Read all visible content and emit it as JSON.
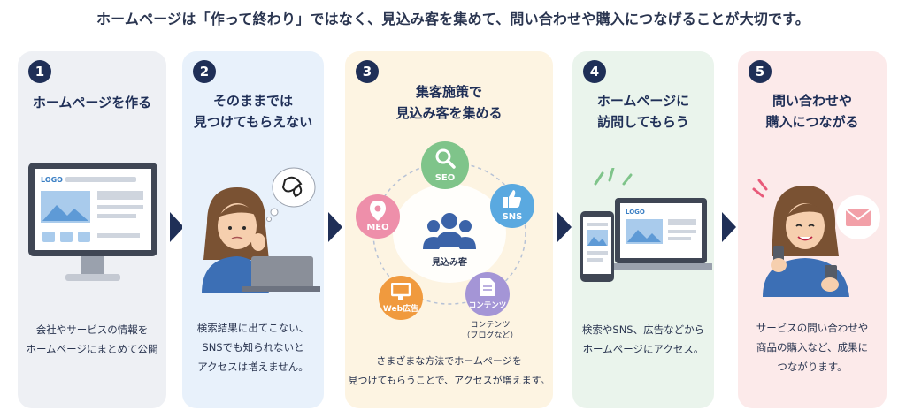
{
  "headline": "ホームページは「作って終わり」ではなく、見込み客を集めて、問い合わせや購入につなげることが大切です。",
  "steps": [
    {
      "num": "1",
      "title": [
        "ホームページを作る"
      ],
      "desc": [
        "会社やサービスの情報を",
        "ホームページにまとめて公開"
      ]
    },
    {
      "num": "2",
      "title": [
        "そのままでは",
        "見つけてもらえない"
      ],
      "desc": [
        "検索結果に出てこない、",
        "SNSでも知られないと",
        "アクセスは増えません。"
      ]
    },
    {
      "num": "3",
      "title": [
        "集客施策で",
        "見込み客を集める"
      ],
      "desc": [
        "さまざまな方法でホームページを",
        "見つけてもらうことで、アクセスが増えます。"
      ]
    },
    {
      "num": "4",
      "title": [
        "ホームページに",
        "訪問してもらう"
      ],
      "desc": [
        "検索やSNS、広告などから",
        "ホームページにアクセス。"
      ]
    },
    {
      "num": "5",
      "title": [
        "問い合わせや",
        "購入につながる"
      ],
      "desc": [
        "サービスの問い合わせや",
        "商品の購入など、成果に",
        "つながります。"
      ]
    }
  ],
  "logo_text": "LOGO",
  "channels": {
    "seo": "SEO",
    "sns": "SNS",
    "meo": "MEO",
    "ad": "Web広告",
    "content": "コンテンツ",
    "content_note": [
      "コンテンツ",
      "（ブログなど）"
    ],
    "center": "見込み客"
  },
  "colors": {
    "navy": "#1f2f57",
    "seo": "#7fc48a",
    "sns": "#5aa9e0",
    "meo": "#ee8faa",
    "ad": "#f09a3e",
    "content": "#a495d6"
  },
  "icons": [
    "monitor-icon",
    "confused-woman-icon",
    "search-icon",
    "thumbs-up-icon",
    "location-pin-icon",
    "display-icon",
    "document-icon",
    "people-icon",
    "smartphone-icon",
    "laptop-icon",
    "mail-icon"
  ]
}
